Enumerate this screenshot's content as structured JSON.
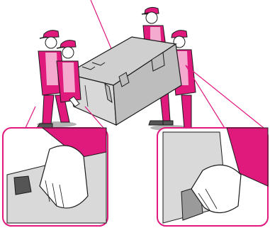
{
  "illustration": {
    "palette": {
      "uniform": "#e0197d",
      "uniform_light": "#f4a9cf",
      "box_fill": "#d8d8d8",
      "box_top": "#cfcfcf",
      "box_side": "#bdbdbd",
      "outline": "#1a1a1a",
      "glove": "#ffffff",
      "inset_bg": "#d9d9d9",
      "shadow": "#b5b5b5"
    },
    "subjects": {
      "box": "appliance-box",
      "workers": [
        "worker-front-left",
        "worker-front-right",
        "worker-back-left",
        "worker-back-right"
      ],
      "insets": [
        "inset-left-grip-detail",
        "inset-right-grip-detail"
      ]
    },
    "callouts": [
      "leader-to-top-strap",
      "leader-to-right-grip"
    ]
  }
}
